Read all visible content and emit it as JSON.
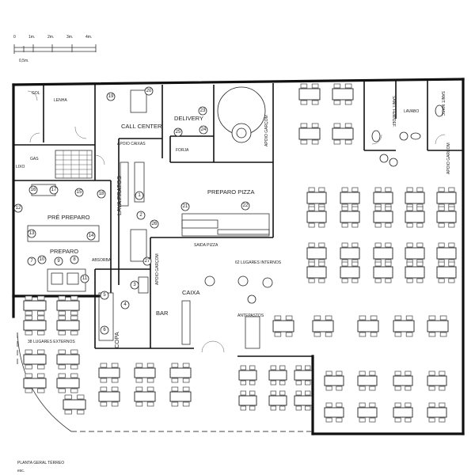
{
  "scale": {
    "ticks": [
      "0",
      "1m.",
      "2m.",
      "3m.",
      "4m."
    ],
    "sub": "0,5m."
  },
  "footer": {
    "title": "PLANTA GERAL TÉRREO",
    "sub": "esc."
  },
  "rooms": {
    "gol": "GOL",
    "lenha": "LENHA",
    "gas": "GAS",
    "lixo": "LIXO",
    "call_center": "CALL CENTER",
    "apoio_caixas": "APOIO CAIXAS",
    "delivery": "DELIVERY",
    "forja": "FORJA",
    "apoio_garcom_top": "APOIO GARÇOM",
    "sanit_fem": "SANIT. FEM/DEF.",
    "lavabo": "LAVABO",
    "sanit_masc": "SANIT. MASC.",
    "apoio_garcom_right": "APOIO GARÇOM",
    "lava_pratos": "LAVA PRATOS",
    "preparo_pizza": "PREPARO PIZZA",
    "pre_preparo": "PRÉ PREPARO",
    "preparo": "PREPARO",
    "saida_pizza": "SAIDA PIZZA",
    "apoio_garcom_mid": "APOIO GARÇOM",
    "absorba": "ABSORBA",
    "lugares_internos": "62 LUGARES INTERNOS",
    "caixa": "CAIXA",
    "bar": "BAR",
    "copa": "COPA",
    "lugares_externos": "38 LUGARES EXTERNOS",
    "antepastos": "ANTEPASTOS"
  },
  "equipment_numbers": [
    "1",
    "2",
    "3",
    "4",
    "5",
    "6",
    "7",
    "8",
    "9",
    "10",
    "11",
    "12",
    "13",
    "14",
    "15",
    "16",
    "17",
    "18",
    "19",
    "20",
    "21",
    "22",
    "23",
    "24",
    "25",
    "26",
    "27"
  ]
}
